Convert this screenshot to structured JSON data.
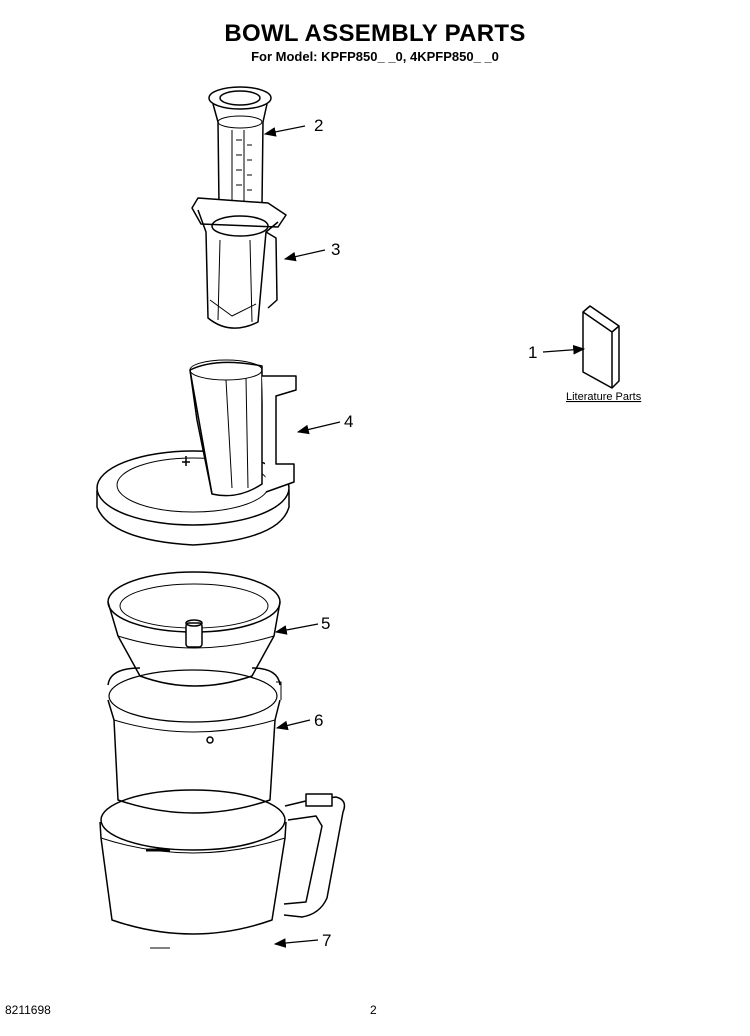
{
  "header": {
    "title": "BOWL ASSEMBLY PARTS",
    "subtitle": "For Model: KPFP850_ _0, 4KPFP850_ _0"
  },
  "callouts": [
    {
      "number": "1",
      "part": "literature"
    },
    {
      "number": "2",
      "part": "food-pusher-small"
    },
    {
      "number": "3",
      "part": "food-pusher-large"
    },
    {
      "number": "4",
      "part": "bowl-cover"
    },
    {
      "number": "5",
      "part": "mini-bowl"
    },
    {
      "number": "6",
      "part": "medium-bowl"
    },
    {
      "number": "7",
      "part": "work-bowl"
    }
  ],
  "literature_label": "Literature Parts",
  "footer": {
    "doc_number": "8211698",
    "page_number": "2"
  }
}
